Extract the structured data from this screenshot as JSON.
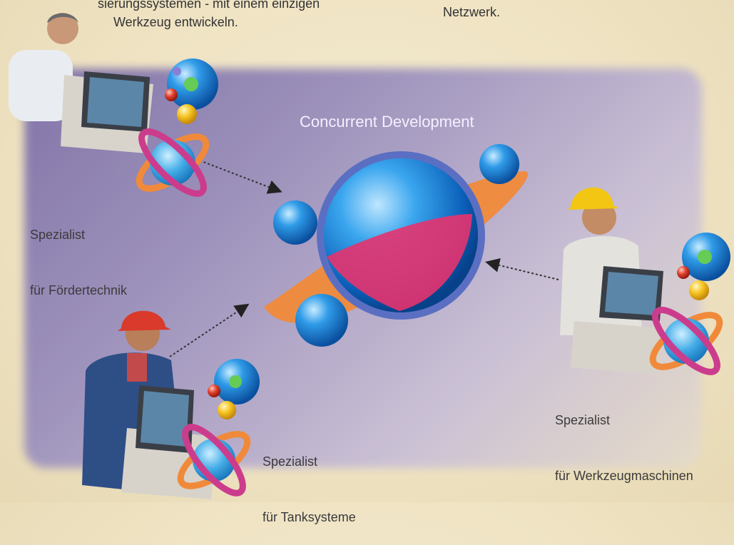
{
  "header": {
    "left_line1": "sierungssystemen - mit einem einzigen",
    "left_line2": "Werkzeug entwickeln.",
    "right_line1": "Netzwerk."
  },
  "hub": {
    "title": "Concurrent Development"
  },
  "specialists": {
    "top_left": {
      "line1": "Spezialist",
      "line2": "für Fördertechnik"
    },
    "bottom_left": {
      "line1": "Spezialist",
      "line2": "für Tanksysteme"
    },
    "right": {
      "line1": "Spezialist",
      "line2": "für Werkzeugmaschinen"
    }
  },
  "colors": {
    "sphere_blue": "#1f8de0",
    "ring_orange": "#f08a3a",
    "ring_magenta": "#d4347c",
    "panel_purple": "#8b7fb3"
  }
}
